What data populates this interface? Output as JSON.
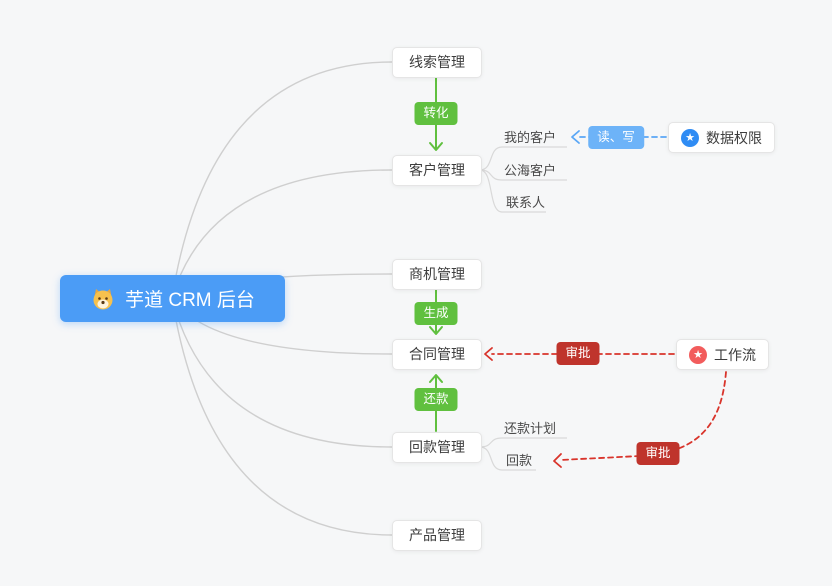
{
  "root": {
    "label": "芋道 CRM 后台"
  },
  "branches": [
    {
      "label": "线索管理"
    },
    {
      "label": "客户管理",
      "children": [
        {
          "label": "我的客户"
        },
        {
          "label": "公海客户"
        },
        {
          "label": "联系人"
        }
      ]
    },
    {
      "label": "商机管理"
    },
    {
      "label": "合同管理"
    },
    {
      "label": "回款管理",
      "children": [
        {
          "label": "还款计划"
        },
        {
          "label": "回款"
        }
      ]
    },
    {
      "label": "产品管理"
    }
  ],
  "badges": {
    "convert": "转化",
    "generate": "生成",
    "repay": "还款",
    "read_write": "读、写",
    "approve_contract": "审批",
    "approve_receipt": "审批"
  },
  "right_nodes": {
    "data_permission": {
      "label": "数据权限",
      "icon": "star-icon"
    },
    "workflow": {
      "label": "工作流",
      "icon": "star-icon"
    }
  },
  "icons": {
    "star_glyph": "★"
  },
  "colors": {
    "background": "#f6f7f8",
    "root_bg": "#4b9cf6",
    "green": "#60c03f",
    "red_badge": "#bf342c",
    "red_line": "#d9342b",
    "blue_badge": "#6db3f8",
    "blue_line": "#5aa7f6",
    "gray_line": "#cfcfcf",
    "data_permission_icon": "#2f8cf4",
    "workflow_icon": "#f25c5c"
  }
}
